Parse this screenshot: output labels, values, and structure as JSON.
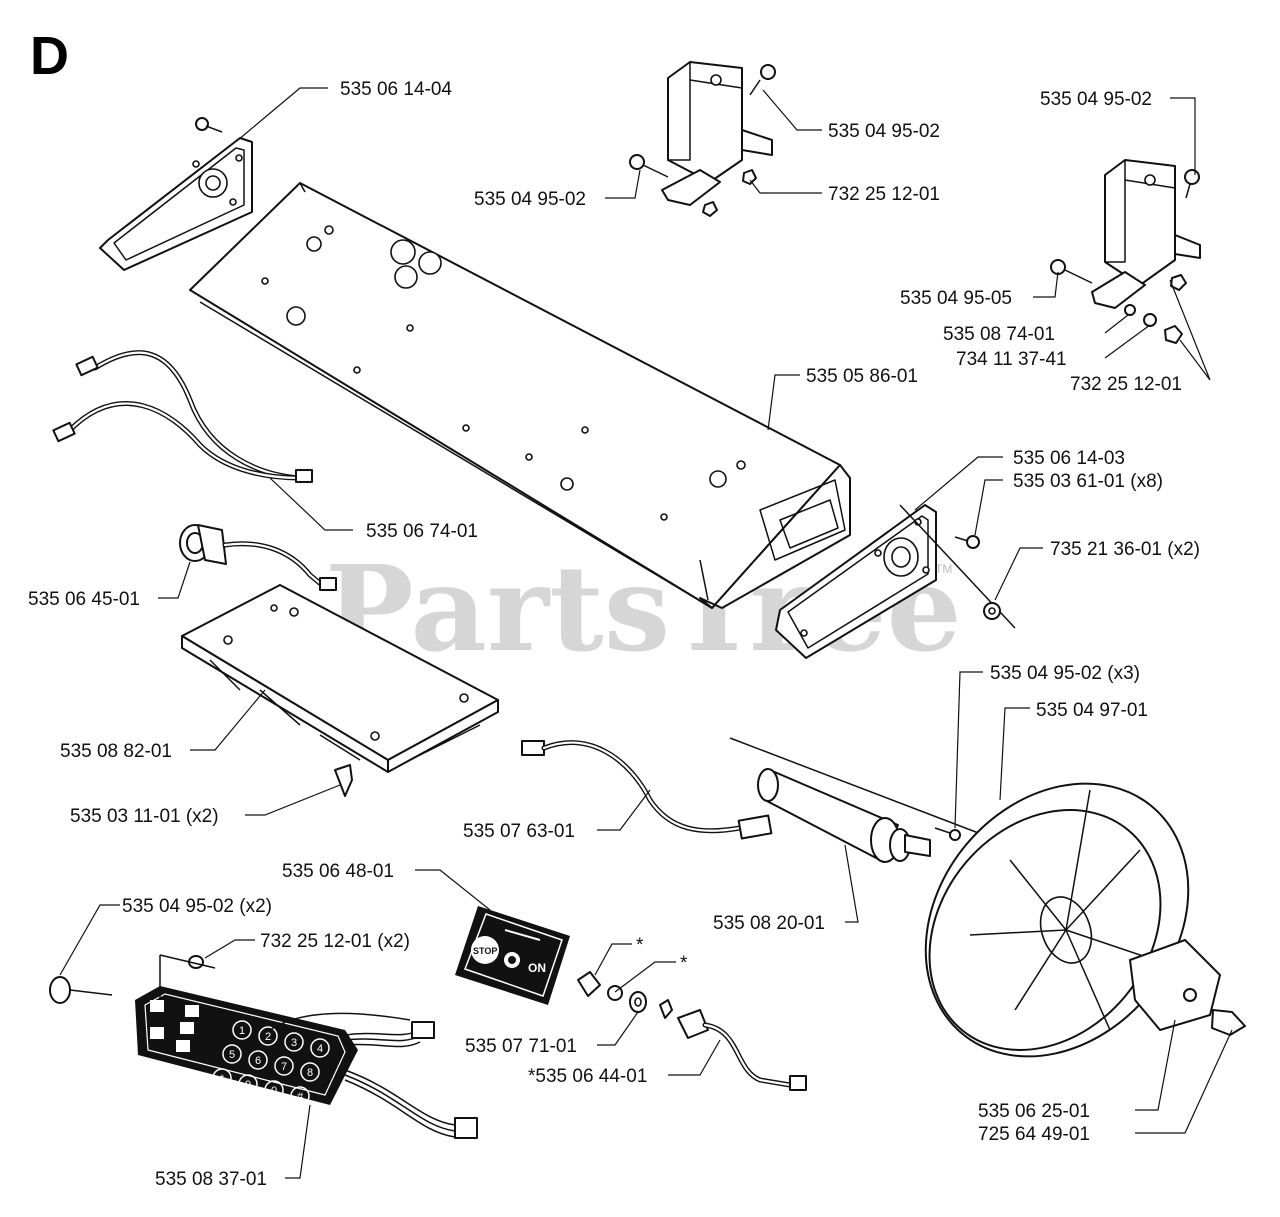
{
  "section_letter": "D",
  "watermark": "PartsTree",
  "trademark": "TM",
  "decal": {
    "stop": "STOP",
    "on": "ON"
  },
  "keypad_keys": [
    "1",
    "2",
    "3",
    "4",
    "5",
    "6",
    "7",
    "*",
    "9",
    "0",
    "#",
    "8"
  ],
  "labels": {
    "l1": "535 06 14-04",
    "l2": "535 04 95-02",
    "l3": "535 04 95-02",
    "l4": "732 25 12-01",
    "l5": "535 04 95-02",
    "l6": "535 04 95-05",
    "l7": "535 08 74-01",
    "l8": "734 11 37-41",
    "l9": "732 25 12-01",
    "l10": "535 05 86-01",
    "l11": "535 06 14-03",
    "l12": "535 03 61-01 (x8)",
    "l13": "735 21 36-01 (x2)",
    "l14": "535 06 74-01",
    "l15": "535 06 45-01",
    "l16": "535 04 95-02 (x3)",
    "l17": "535 04 97-01",
    "l18": "535 08 82-01",
    "l19": "535 03 11-01 (x2)",
    "l20": "535 07 63-01",
    "l21": "535 06 48-01",
    "l22": "535 08 20-01",
    "l23": "535 04 95-02 (x2)",
    "l24": "732 25 12-01 (x2)",
    "l25": "535 07 71-01",
    "l26": "*535 06 44-01",
    "l27": "535 06 25-01",
    "l28": "725 64 49-01",
    "l29": "535 08 37-01",
    "star1": "*",
    "star2": "*"
  }
}
